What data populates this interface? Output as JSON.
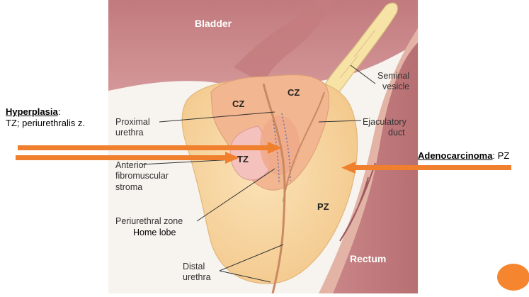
{
  "labels": {
    "bladder": "Bladder",
    "cz_left": "CZ",
    "cz_right": "CZ",
    "seminal_1": "Seminal",
    "seminal_2": "vesicle",
    "proximal_1": "Proximal",
    "proximal_2": "urethra",
    "ejac_1": "Ejaculatory",
    "ejac_2": "duct",
    "tz": "TZ",
    "afs_1": "Anterior",
    "afs_2": "fibromuscular",
    "afs_3": "stroma",
    "pz": "PZ",
    "peri": "Periurethral zone",
    "home": "Home lobe",
    "distal_1": "Distal",
    "distal_2": "urethra",
    "rectum": "Rectum"
  },
  "annotations": {
    "hyperplasia_title": "Hyperplasia",
    "hyperplasia_colon": ":",
    "hyperplasia_text": "TZ; periurethralis z.",
    "adeno_title": "Adenocarcinoma",
    "adeno_text": ": PZ"
  },
  "colors": {
    "arrow": "#f07f2e",
    "tissue": "#d08c8e",
    "gland": "#f8d9a4",
    "central_zone": "#f2b690",
    "transition_zone": "#f4c1bd",
    "nav_dot": "#f5862f"
  }
}
